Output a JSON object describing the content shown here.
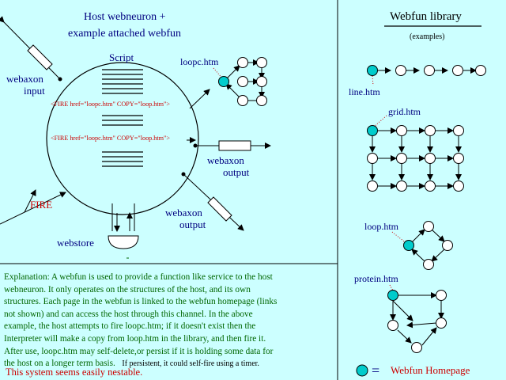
{
  "host": {
    "title_line1": "Host webneuron   +",
    "title_line2": "example attached webfun",
    "script_label": "Script",
    "fire_tag_1": "<FIRE href=\"loopc.htm\" COPY=\"loop.htm\">",
    "fire_tag_2": "<FIRE href=\"loopc.htm\" COPY=\"loop.htm\">",
    "loopc_label": "loopc.htm",
    "webaxon_input_1": "webaxon",
    "webaxon_input_2": "input",
    "webaxon_output_right_1": "webaxon",
    "webaxon_output_right_2": "output",
    "webaxon_output_bottom_1": "webaxon",
    "webaxon_output_bottom_2": "output",
    "fire_label": "FIRE",
    "webstore_label": "webstore"
  },
  "library": {
    "title": "Webfun library",
    "subtitle": "(examples)",
    "line_label": "line.htm",
    "grid_label": "grid.htm",
    "loop_label": "loop.htm",
    "protein_label": "protein.htm",
    "legend_eq": "=",
    "legend_text": "Webfun Homepage"
  },
  "explanation": {
    "lines": [
      "Explanation:   A webfun is used to provide a function like service to the host",
      "webneuron. It only operates on the structures of the host, and its own",
      "structures. Each page in the webfun is linked to the webfun homepage (links",
      "not shown) and can access the host through this channel. In the above",
      "example, the host attempts to fire loopc.htm; if it doesn't exist then the",
      "Interpreter will make a copy from loop.htm in the library, and then fire it.",
      "After use, loopc.htm may self-delete,or persist if it is holding some data for"
    ],
    "last_line": "the host on a longer term basis.",
    "last_line_small": "If persistent, it could self-fire using a timer.",
    "nestable": "This system seems easily nestable."
  },
  "colors": {
    "background": "#ccffff",
    "homepage_node": "#00cccc",
    "title_blue": "#000080",
    "fire_red": "#cc0000",
    "explanation_green": "#006600"
  }
}
